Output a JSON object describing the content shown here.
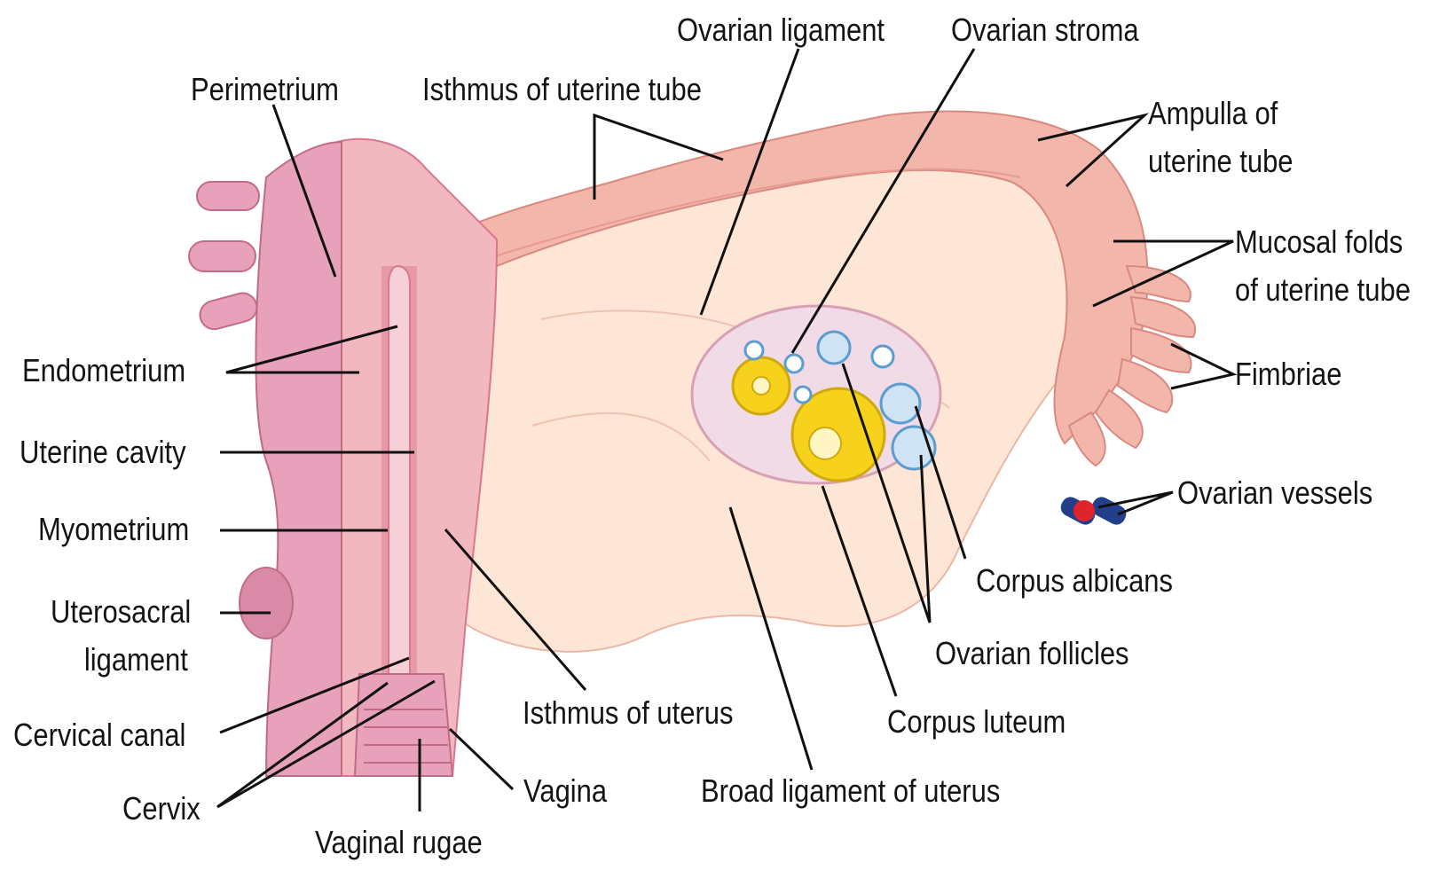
{
  "labels": {
    "ovarian_ligament": "Ovarian ligament",
    "ovarian_stroma": "Ovarian stroma",
    "perimetrium": "Perimetrium",
    "isthmus_uterine_tube": "Isthmus of uterine tube",
    "ampulla": [
      "Ampulla of",
      "uterine tube"
    ],
    "mucosal_folds": [
      "Mucosal folds",
      "of uterine tube"
    ],
    "fimbriae": "Fimbriae",
    "endometrium": "Endometrium",
    "uterine_cavity": "Uterine cavity",
    "myometrium": "Myometrium",
    "uterosacral": [
      "Uterosacral",
      "ligament"
    ],
    "ovarian_vessels": "Ovarian vessels",
    "corpus_albicans": "Corpus albicans",
    "ovarian_follicles": "Ovarian follicles",
    "isthmus_uterus": "Isthmus of uterus",
    "corpus_luteum": "Corpus luteum",
    "cervical_canal": "Cervical canal",
    "cervix": "Cervix",
    "vagina": "Vagina",
    "broad_ligament": "Broad ligament of uterus",
    "vaginal_rugae": "Vaginal rugae"
  },
  "colors": {
    "uterus_wall": "#f2b8c0",
    "uterus_dark": "#d9778d",
    "broad_ligament": "#fde6d6",
    "tube": "#f3b6aa",
    "ovary": "#f1dbe6",
    "corpus_luteum": "#f7d21d",
    "follicle_blue": "#6fa9d6",
    "vessel_red": "#e0242b",
    "vessel_blue": "#233f8c",
    "leader": "#111111"
  }
}
